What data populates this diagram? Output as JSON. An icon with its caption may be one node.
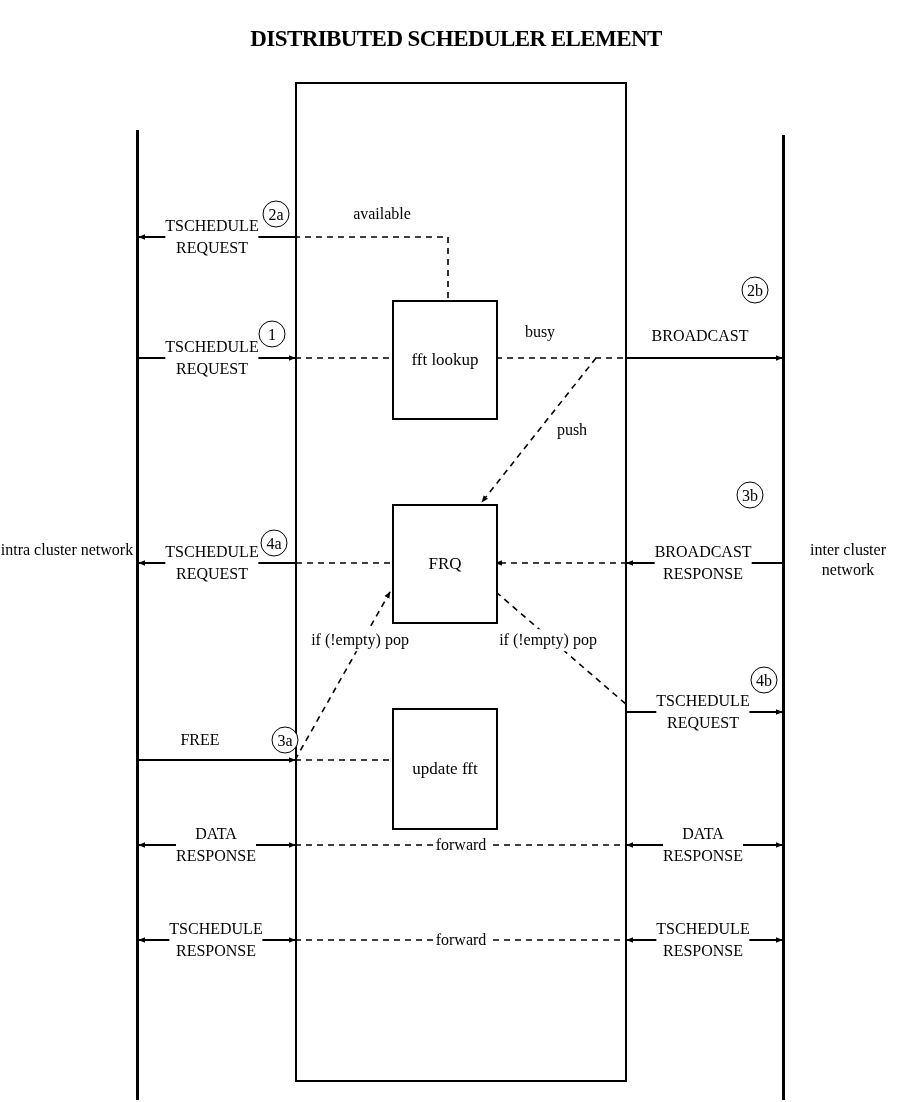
{
  "diagram": {
    "title": "DISTRIBUTED SCHEDULER ELEMENT",
    "nodes": [
      {
        "text": [],
        "shape": "box"
      },
      {
        "text": [
          "fft lookup"
        ],
        "in": 0
      },
      {
        "text": [
          "FRQ"
        ],
        "in": 0
      },
      {
        "text": [
          "update fft"
        ],
        "in": 0
      },
      {
        "text": [],
        "shape": "bar",
        "beside": [
          "intra cluster network"
        ]
      },
      {
        "text": [],
        "shape": "bar",
        "beside": [
          "inter cluster network"
        ]
      }
    ],
    "edges": [
      {
        "from": 0,
        "to": 4,
        "arrow": "to",
        "label": "TSCHEDULE REQUEST"
      },
      {
        "from": 4,
        "to": 0,
        "arrow": "to",
        "label": "TSCHEDULE REQUEST"
      },
      {
        "from": 0,
        "to": 5,
        "arrow": "to",
        "label": "BROADCAST"
      },
      {
        "from": 0,
        "to": 4,
        "arrow": "to",
        "label": "TSCHEDULE REQUEST"
      },
      {
        "from": 5,
        "to": 0,
        "arrow": "to",
        "label": "BROADCAST RESPONSE"
      },
      {
        "from": 0,
        "to": 5,
        "arrow": "to",
        "label": "TSCHEDULE REQUEST"
      },
      {
        "from": 4,
        "to": 0,
        "arrow": "to",
        "label": "FREE"
      },
      {
        "from": 4,
        "to": 0,
        "arrow": "both",
        "label": "DATA RESPONSE"
      },
      {
        "from": 0,
        "to": 5,
        "arrow": "both",
        "label": "DATA RESPONSE"
      },
      {
        "from": 4,
        "to": 0,
        "arrow": "both",
        "label": "TSCHEDULE RESPONSE"
      },
      {
        "from": 0,
        "to": 5,
        "arrow": "both",
        "label": "TSCHEDULE RESPONSE"
      },
      {
        "from": 1,
        "to": 0,
        "arrow": "none",
        "style": "dashed",
        "label": "available"
      },
      {
        "from": 0,
        "to": 1,
        "arrow": "none",
        "style": "dashed"
      },
      {
        "from": 1,
        "to": 0,
        "arrow": "none",
        "style": "dashed",
        "label": "busy"
      },
      {
        "from": null,
        "to": 2,
        "arrow": "to",
        "style": "dashed",
        "label": "push"
      },
      {
        "from": 2,
        "to": 0,
        "arrow": "none",
        "style": "dashed"
      },
      {
        "from": 0,
        "to": 2,
        "arrow": "to",
        "style": "dashed",
        "label": "if (!empty) pop"
      },
      {
        "from": 0,
        "to": 2,
        "arrow": "to",
        "style": "dashed"
      },
      {
        "from": 2,
        "to": 0,
        "arrow": "none",
        "style": "dashed",
        "label": "if (!empty) pop"
      },
      {
        "from": 0,
        "to": 3,
        "arrow": "none",
        "style": "dashed"
      }
    ],
    "labels": [
      "2a",
      "2b",
      "1",
      "3b",
      "4a",
      "4b",
      "3a",
      "forward",
      "forward"
    ]
  }
}
